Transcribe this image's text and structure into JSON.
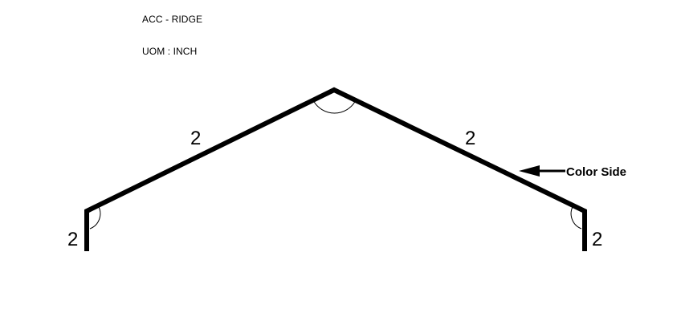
{
  "header": {
    "title": "ACC - RIDGE",
    "uom": "UOM : INCH"
  },
  "dimensions": {
    "left_leg": "2",
    "left_slope": "2",
    "right_slope": "2",
    "right_leg": "2"
  },
  "annotation": {
    "color_side": "Color Side"
  },
  "colors": {
    "profile": "#000000",
    "background": "#ffffff"
  }
}
